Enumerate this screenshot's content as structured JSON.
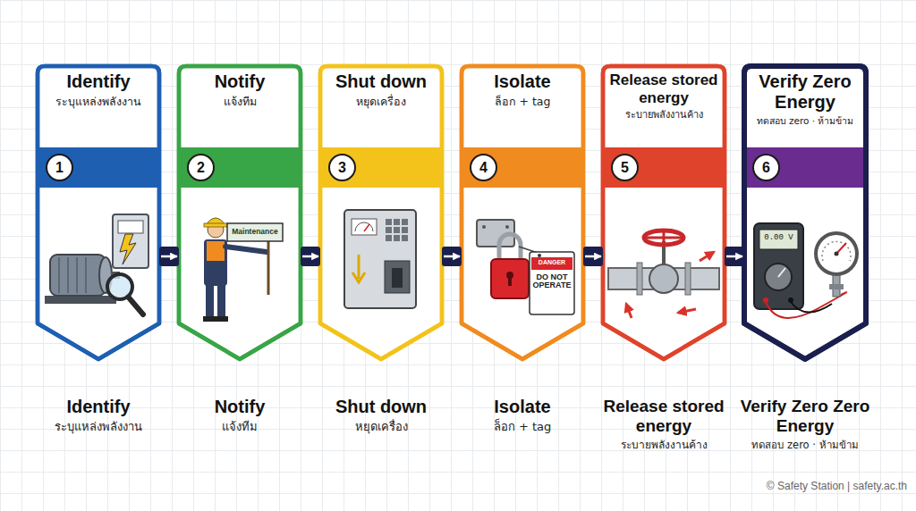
{
  "diagram": {
    "nodes": [
      {
        "text": [
          "Identify",
          "ระบุแหล่งพลังงาน",
          "1",
          "Identify",
          "ระบุแหล่งพลังงาน"
        ]
      },
      {
        "text": [
          "Notify",
          "แจ้งทีม",
          "2",
          "Notify",
          "แจ้งทีม"
        ]
      },
      {
        "text": [
          "Shut down",
          "หยุดเครื่อง",
          "3",
          "Shut down",
          "หยุดเครื่อง"
        ]
      },
      {
        "text": [
          "Isolate",
          "ล็อก + tag",
          "4",
          "Isolate",
          "ล็อก + tag"
        ]
      },
      {
        "text": [
          "Release stored energy",
          "ระบายพลังงานค้าง",
          "5",
          "Release stored energy",
          "ระบายพลังงานค้าง"
        ]
      },
      {
        "text": [
          "Verify Zero Energy",
          "ทดสอบ zero · ห้ามข้าม",
          "6",
          "Verify Zero Zero Energy",
          "ทดสอบ zero · ห้ามข้าม"
        ]
      }
    ],
    "edges": [
      {
        "from": 0,
        "to": 1,
        "arrow": "to"
      },
      {
        "from": 1,
        "to": 2,
        "arrow": "to"
      },
      {
        "from": 2,
        "to": 3,
        "arrow": "to"
      },
      {
        "from": 3,
        "to": 4,
        "arrow": "to"
      },
      {
        "from": 4,
        "to": 5,
        "arrow": "to"
      }
    ],
    "labels": [
      "Maintenance",
      "DANGER",
      "DO NOT OPERATE",
      "0.00 V",
      "© Safety Station | safety.ac.th"
    ]
  }
}
